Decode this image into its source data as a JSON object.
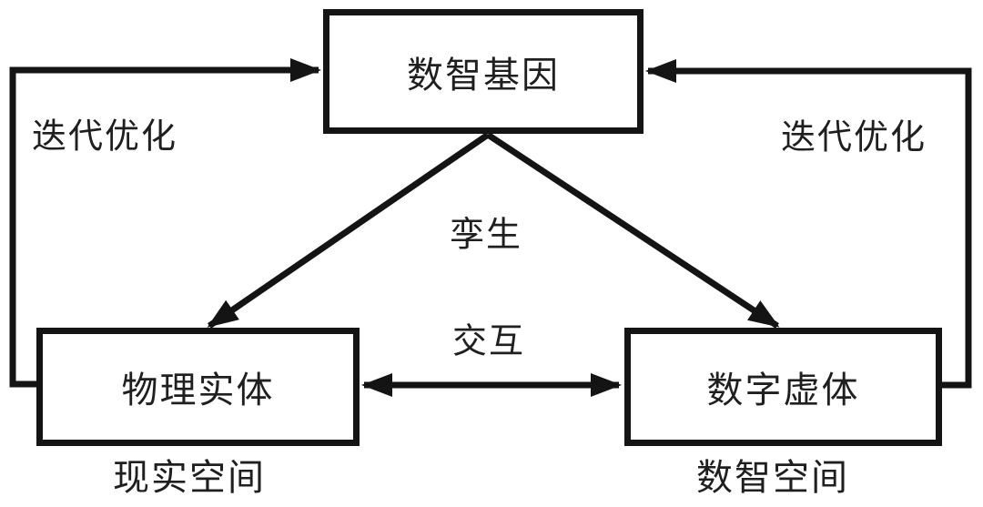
{
  "diagram": {
    "title_hint": "digital-twin-concept-diagram",
    "colors": {
      "background": "#ffffff",
      "line": "#141414",
      "text": "#1f1f1f"
    },
    "nodes": {
      "top": {
        "label": "数智基因"
      },
      "bottom_left": {
        "label": "物理实体"
      },
      "bottom_right": {
        "label": "数字虚体"
      }
    },
    "edge_labels": {
      "left_loop": "迭代优化",
      "right_loop": "迭代优化",
      "twin": "孪生",
      "interact": "交互"
    },
    "region_labels": {
      "left": "现实空间",
      "right": "数智空间"
    }
  }
}
